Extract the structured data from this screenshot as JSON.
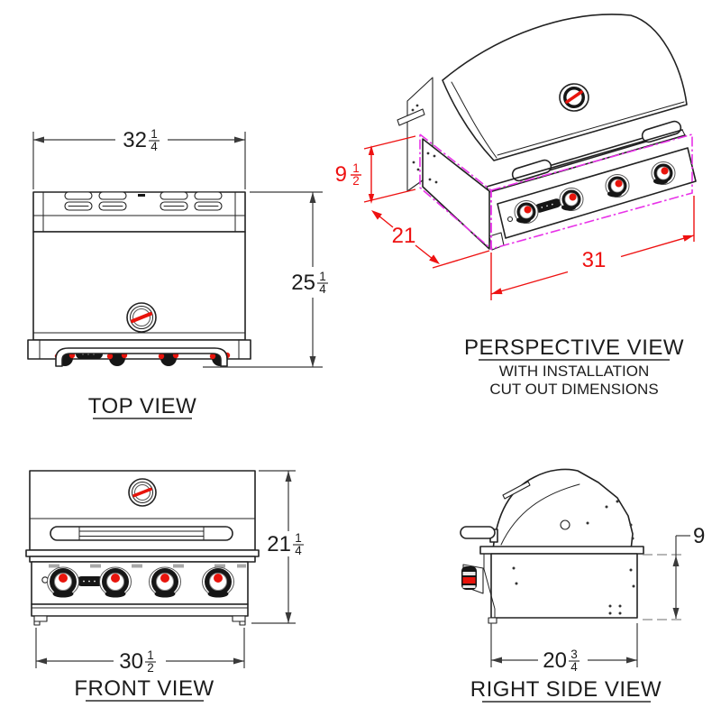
{
  "views": {
    "top": {
      "title": "TOP VIEW",
      "width_dim": {
        "whole": "32",
        "num": "1",
        "den": "4"
      },
      "height_dim": {
        "whole": "25",
        "num": "1",
        "den": "4"
      }
    },
    "front": {
      "title": "FRONT VIEW",
      "width_dim": {
        "whole": "30",
        "num": "1",
        "den": "2"
      },
      "height_dim": {
        "whole": "21",
        "num": "1",
        "den": "4"
      }
    },
    "right_side": {
      "title": "RIGHT SIDE VIEW",
      "width_dim": {
        "whole": "20",
        "num": "3",
        "den": "4"
      },
      "height_dim": {
        "whole": "9"
      }
    },
    "perspective": {
      "title": "PERSPECTIVE VIEW",
      "subtitle_line1": "WITH INSTALLATION",
      "subtitle_line2": "CUT OUT DIMENSIONS",
      "cutout_height_dim": {
        "whole": "9",
        "num": "1",
        "den": "2"
      },
      "cutout_depth_dim": {
        "whole": "21"
      },
      "cutout_width_dim": {
        "whole": "31"
      }
    }
  },
  "colors": {
    "line": "#222222",
    "dimension": "#ee1111",
    "cutout": "#e832e8",
    "accent_red": "#e8140c",
    "background": "#ffffff"
  }
}
